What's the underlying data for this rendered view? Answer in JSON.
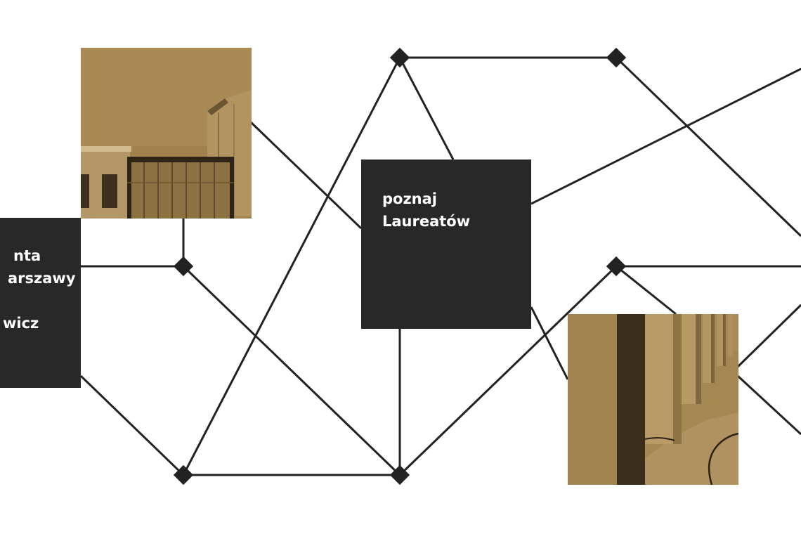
{
  "tiles": {
    "center": {
      "line1": "poznaj",
      "line2": "Laureatów"
    },
    "left": {
      "line1": "nta",
      "line2": "arszawy",
      "line3": "wicz"
    }
  },
  "colors": {
    "line": "#222222",
    "tile": "#282828",
    "photo_tint": "#a1824d",
    "background": "#ffffff"
  },
  "icons": {
    "node": "diamond-node-icon"
  }
}
